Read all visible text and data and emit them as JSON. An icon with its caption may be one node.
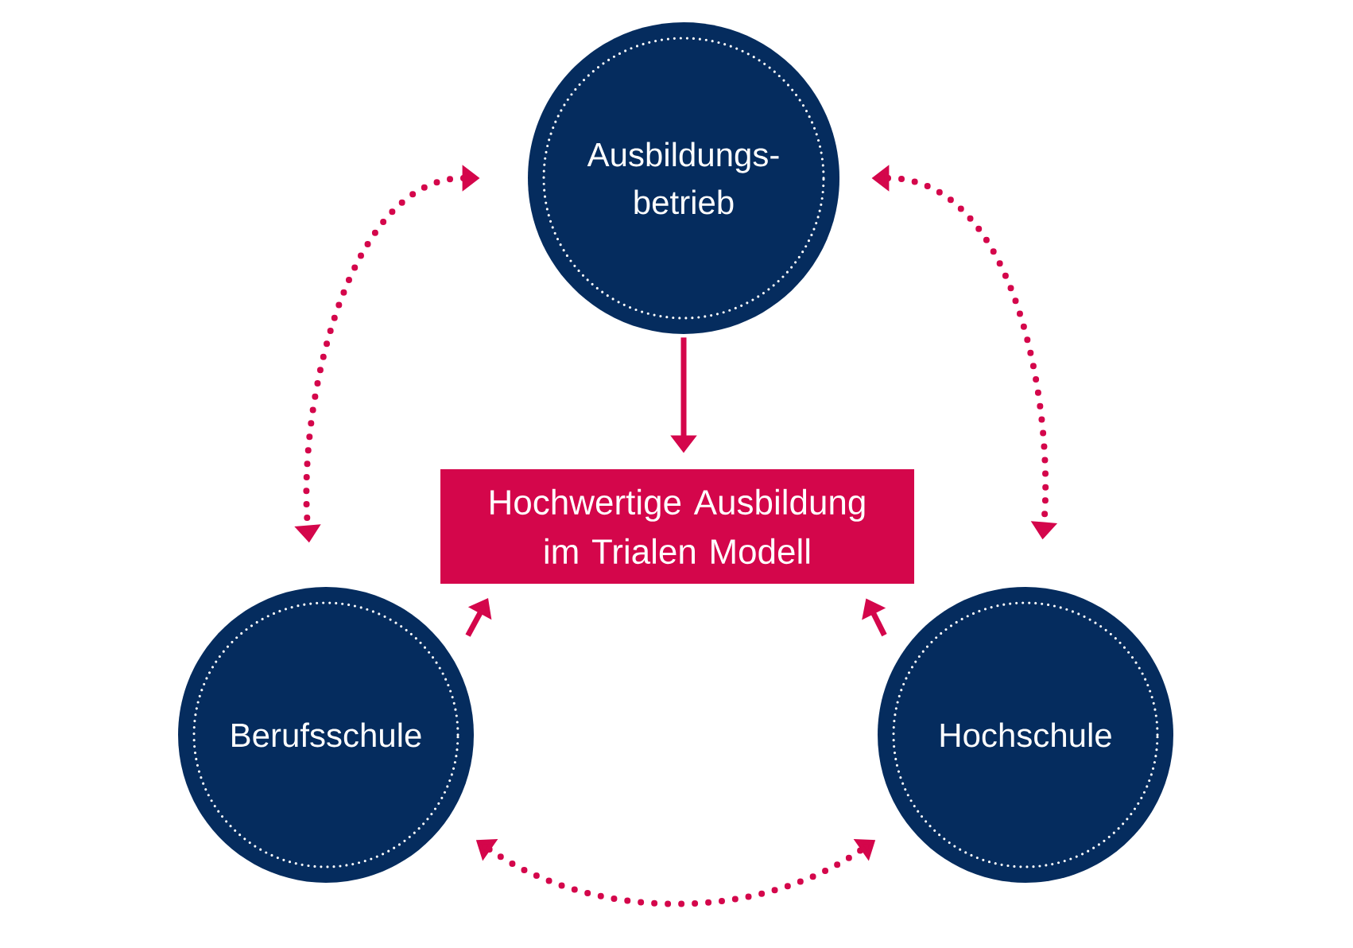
{
  "diagram": {
    "nodes": [
      {
        "text": [
          "Ausbildungs- betrieb"
        ]
      },
      {
        "text": [
          "Hochwertige Ausbildung im Trialen Modell"
        ]
      },
      {
        "text": [
          "Berufsschule"
        ]
      },
      {
        "text": [
          "Hochschule"
        ]
      }
    ],
    "edges": [
      {
        "from": 0,
        "to": 1,
        "arrow": "to"
      },
      {
        "from": 2,
        "to": 1,
        "arrow": "to"
      },
      {
        "from": 3,
        "to": 1,
        "arrow": "to"
      },
      {
        "from": 0,
        "to": 2,
        "arrow": "both",
        "style": "dashed"
      },
      {
        "from": 0,
        "to": 3,
        "arrow": "both",
        "style": "dashed"
      },
      {
        "from": 2,
        "to": 3,
        "arrow": "both",
        "style": "dashed"
      }
    ]
  }
}
